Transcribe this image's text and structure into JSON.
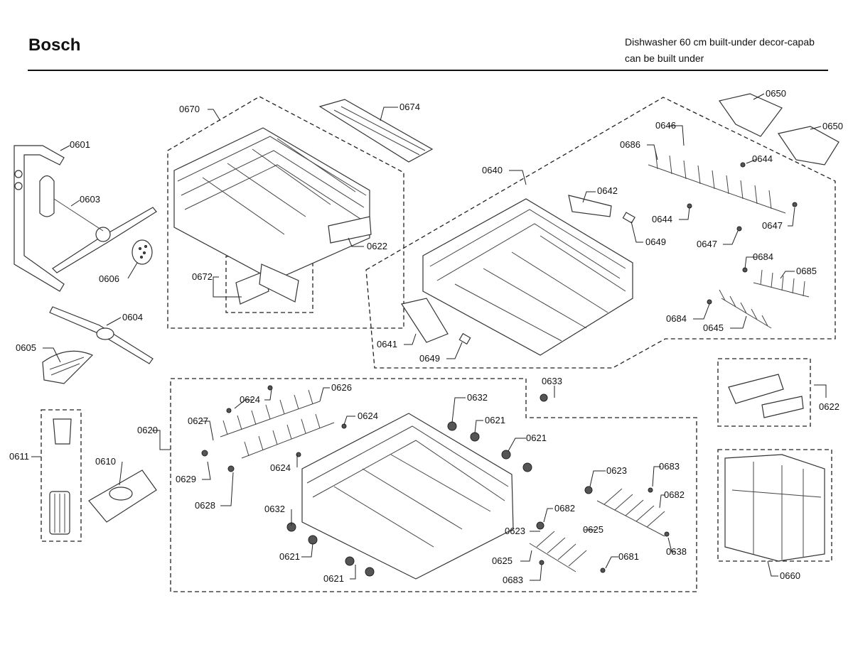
{
  "header": {
    "brand": "Bosch",
    "subtitle_line1": "Dishwasher 60 cm built-under decor-capab",
    "subtitle_line2": "can be built under"
  },
  "diagram": {
    "part_labels": {
      "p0601": "0601",
      "p0603": "0603",
      "p0606": "0606",
      "p0604": "0604",
      "p0605": "0605",
      "p0611": "0611",
      "p0610": "0610",
      "p0670": "0670",
      "p0674": "0674",
      "p0622a": "0622",
      "p0672": "0672",
      "p0640": "0640",
      "p0642": "0642",
      "p0649a": "0649",
      "p0641": "0641",
      "p0649b": "0649",
      "p0650a": "0650",
      "p0650b": "0650",
      "p0646": "0646",
      "p0686": "0686",
      "p0644a": "0644",
      "p0644b": "0644",
      "p0647a": "0647",
      "p0647b": "0647",
      "p0684a": "0684",
      "p0685": "0685",
      "p0684b": "0684",
      "p0645": "0645",
      "p0633": "0633",
      "p0622b": "0622",
      "p0660": "0660",
      "p0620": "0620",
      "p0627": "0627",
      "p0624a": "0624",
      "p0626": "0626",
      "p0624b": "0624",
      "p0624c": "0624",
      "p0629": "0629",
      "p0628": "0628",
      "p0632a": "0632",
      "p0621a": "0621",
      "p0621b": "0621",
      "p0632b": "0632",
      "p0621c": "0621",
      "p0621d": "0621",
      "p0623a": "0623",
      "p0683a": "0683",
      "p0682a": "0682",
      "p0682b": "0682",
      "p0623b": "0623",
      "p0625a": "0625",
      "p0625b": "0625",
      "p0638": "0638",
      "p0681": "0681",
      "p0683b": "0683"
    }
  }
}
